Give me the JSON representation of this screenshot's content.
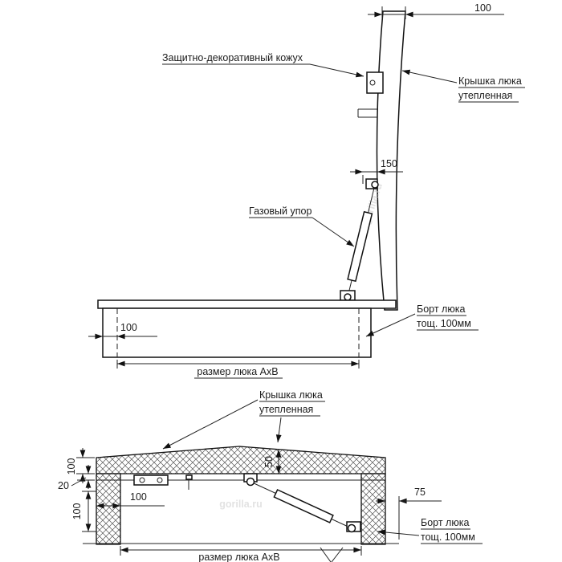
{
  "watermark": "gorilla.ru",
  "top_view": {
    "casing_label": "Защитно-декоративный кожух",
    "cover_label_line1": "Крышка люка",
    "cover_label_line2": "утепленная",
    "gas_strut_label": "Газовый упор",
    "side_label_line1": "Борт люка",
    "side_label_line2": "тощ. 100мм",
    "size_label": "размер люка АхВ",
    "dim_cover_thickness": "100",
    "dim_strut_offset": "150",
    "dim_wall_thickness": "100"
  },
  "bottom_view": {
    "cover_label_line1": "Крышка люка",
    "cover_label_line2": "утепленная",
    "side_label_line1": "Борт люка",
    "side_label_line2": "тощ. 100мм",
    "size_label": "размер люка АхВ",
    "dim_slab_height": "100",
    "dim_lip": "20",
    "dim_wall_height": "100",
    "dim_wall_thickness": "100",
    "dim_flange_overhang": "75",
    "dim_center": "50"
  }
}
